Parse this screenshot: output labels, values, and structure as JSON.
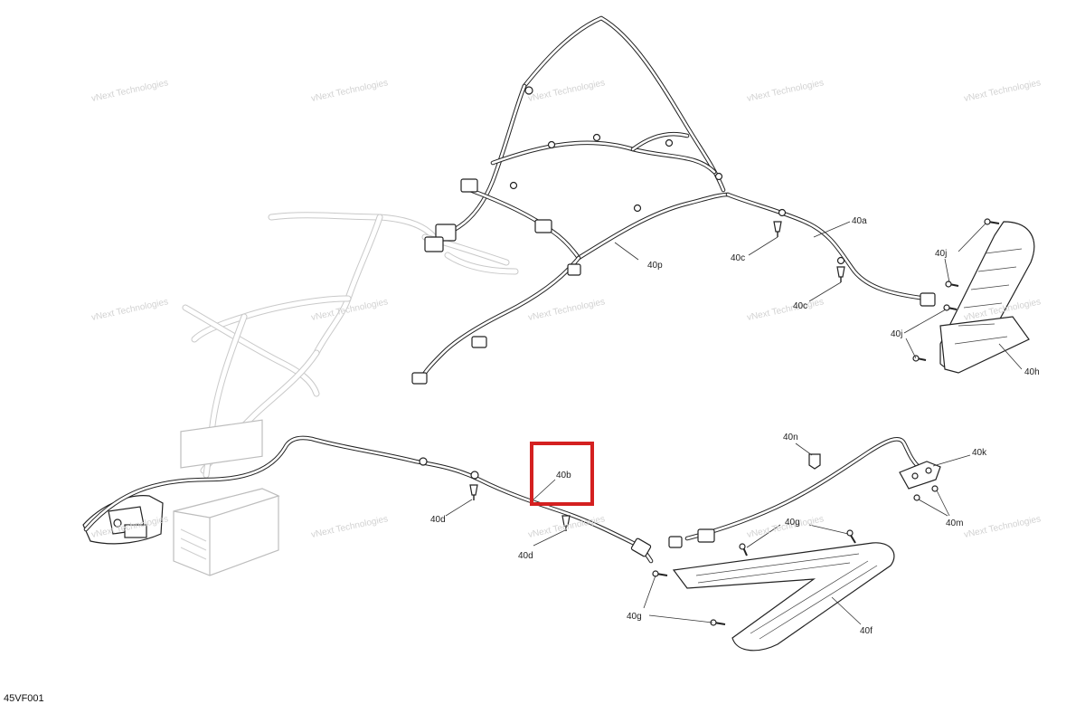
{
  "figure_id": "45VF001",
  "watermark_text": "vNext Technologies",
  "highlight_color": "#d42020",
  "callouts": [
    {
      "id": "40a",
      "text": "40a"
    },
    {
      "id": "40b",
      "text": "40b"
    },
    {
      "id": "40c-1",
      "text": "40c"
    },
    {
      "id": "40c-2",
      "text": "40c"
    },
    {
      "id": "40d-1",
      "text": "40d"
    },
    {
      "id": "40d-2",
      "text": "40d"
    },
    {
      "id": "40f",
      "text": "40f"
    },
    {
      "id": "40g-1",
      "text": "40g"
    },
    {
      "id": "40g-2",
      "text": "40g"
    },
    {
      "id": "40h",
      "text": "40h"
    },
    {
      "id": "40j-1",
      "text": "40j"
    },
    {
      "id": "40j-2",
      "text": "40j"
    },
    {
      "id": "40k",
      "text": "40k"
    },
    {
      "id": "40m",
      "text": "40m"
    },
    {
      "id": "40n",
      "text": "40n"
    },
    {
      "id": "40p",
      "text": "40p"
    }
  ]
}
